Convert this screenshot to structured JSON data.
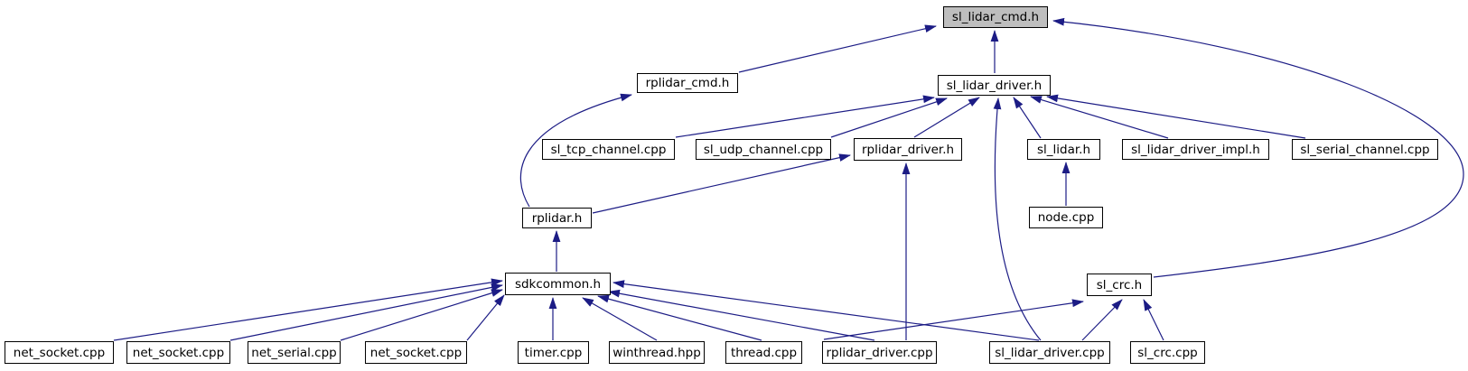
{
  "diagram": {
    "type": "include-dependency-graph",
    "root": "sl_lidar_cmd.h",
    "colors": {
      "edge": "#1c1c85",
      "node_fill": "#ffffff",
      "root_fill": "#bebebe",
      "node_border": "#000000",
      "text": "#000000"
    },
    "nodes": [
      {
        "id": "sl_lidar_cmd_h",
        "label": "sl_lidar_cmd.h",
        "highlighted": true
      },
      {
        "id": "rplidar_cmd_h",
        "label": "rplidar_cmd.h",
        "highlighted": false
      },
      {
        "id": "sl_lidar_driver_h",
        "label": "sl_lidar_driver.h",
        "highlighted": false
      },
      {
        "id": "sl_tcp_channel_cpp",
        "label": "sl_tcp_channel.cpp",
        "highlighted": false
      },
      {
        "id": "sl_udp_channel_cpp",
        "label": "sl_udp_channel.cpp",
        "highlighted": false
      },
      {
        "id": "rplidar_driver_h",
        "label": "rplidar_driver.h",
        "highlighted": false
      },
      {
        "id": "sl_lidar_h",
        "label": "sl_lidar.h",
        "highlighted": false
      },
      {
        "id": "sl_lidar_driver_impl_h",
        "label": "sl_lidar_driver_impl.h",
        "highlighted": false
      },
      {
        "id": "sl_serial_channel_cpp",
        "label": "sl_serial_channel.cpp",
        "highlighted": false
      },
      {
        "id": "rplidar_h",
        "label": "rplidar.h",
        "highlighted": false
      },
      {
        "id": "node_cpp",
        "label": "node.cpp",
        "highlighted": false
      },
      {
        "id": "sdkcommon_h",
        "label": "sdkcommon.h",
        "highlighted": false
      },
      {
        "id": "sl_crc_h",
        "label": "sl_crc.h",
        "highlighted": false
      },
      {
        "id": "net_socket_cpp_1",
        "label": "net_socket.cpp",
        "highlighted": false
      },
      {
        "id": "net_socket_cpp_2",
        "label": "net_socket.cpp",
        "highlighted": false
      },
      {
        "id": "net_serial_cpp",
        "label": "net_serial.cpp",
        "highlighted": false
      },
      {
        "id": "net_socket_cpp_3",
        "label": "net_socket.cpp",
        "highlighted": false
      },
      {
        "id": "timer_cpp",
        "label": "timer.cpp",
        "highlighted": false
      },
      {
        "id": "winthread_hpp",
        "label": "winthread.hpp",
        "highlighted": false
      },
      {
        "id": "thread_cpp",
        "label": "thread.cpp",
        "highlighted": false
      },
      {
        "id": "rplidar_driver_cpp",
        "label": "rplidar_driver.cpp",
        "highlighted": false
      },
      {
        "id": "sl_lidar_driver_cpp",
        "label": "sl_lidar_driver.cpp",
        "highlighted": false
      },
      {
        "id": "sl_crc_cpp",
        "label": "sl_crc.cpp",
        "highlighted": false
      }
    ],
    "edges": [
      {
        "from": "rplidar_cmd_h",
        "to": "sl_lidar_cmd.h"
      },
      {
        "from": "sl_lidar_driver_h",
        "to": "sl_lidar_cmd.h"
      },
      {
        "from": "sl_crc_h",
        "to": "sl_lidar_cmd.h"
      },
      {
        "from": "rplidar_h",
        "to": "rplidar_cmd.h"
      },
      {
        "from": "sl_tcp_channel_cpp",
        "to": "sl_lidar_driver.h"
      },
      {
        "from": "sl_udp_channel_cpp",
        "to": "sl_lidar_driver.h"
      },
      {
        "from": "rplidar_driver_h",
        "to": "sl_lidar_driver.h"
      },
      {
        "from": "sl_lidar_h",
        "to": "sl_lidar_driver.h"
      },
      {
        "from": "sl_lidar_driver_impl_h",
        "to": "sl_lidar_driver.h"
      },
      {
        "from": "sl_serial_channel_cpp",
        "to": "sl_lidar_driver.h"
      },
      {
        "from": "sl_lidar_driver_cpp",
        "to": "sl_lidar_driver.h"
      },
      {
        "from": "rplidar_h",
        "to": "rplidar_driver.h"
      },
      {
        "from": "rplidar_driver_cpp",
        "to": "rplidar_driver.h"
      },
      {
        "from": "node_cpp",
        "to": "sl_lidar.h"
      },
      {
        "from": "sdkcommon_h",
        "to": "rplidar.h"
      },
      {
        "from": "net_socket_cpp_1",
        "to": "sdkcommon.h"
      },
      {
        "from": "net_socket_cpp_2",
        "to": "sdkcommon.h"
      },
      {
        "from": "net_serial_cpp",
        "to": "sdkcommon.h"
      },
      {
        "from": "net_socket_cpp_3",
        "to": "sdkcommon.h"
      },
      {
        "from": "timer_cpp",
        "to": "sdkcommon.h"
      },
      {
        "from": "winthread_hpp",
        "to": "sdkcommon.h"
      },
      {
        "from": "thread_cpp",
        "to": "sdkcommon.h"
      },
      {
        "from": "rplidar_driver_cpp",
        "to": "sdkcommon.h"
      },
      {
        "from": "sl_lidar_driver_cpp",
        "to": "sdkcommon.h"
      },
      {
        "from": "rplidar_driver_cpp",
        "to": "sl_crc.h"
      },
      {
        "from": "sl_lidar_driver_cpp",
        "to": "sl_crc.h"
      },
      {
        "from": "sl_crc_cpp",
        "to": "sl_crc.h"
      }
    ]
  }
}
